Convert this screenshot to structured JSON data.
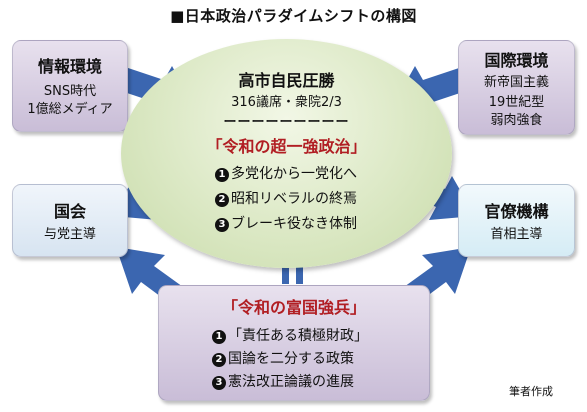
{
  "title": "■日本政治パラダイムシフトの構図",
  "boxes": {
    "info_env": {
      "heading": "情報環境",
      "lines": [
        "SNS時代",
        "1億総メディア"
      ]
    },
    "intl_env": {
      "heading": "国際環境",
      "lines": [
        "新帝国主義",
        "19世紀型",
        "弱肉強食"
      ]
    },
    "diet": {
      "heading": "国会",
      "lines": [
        "与党主導"
      ]
    },
    "bureaucracy": {
      "heading": "官僚機構",
      "lines": [
        "首相主導"
      ]
    }
  },
  "center": {
    "name": "高市自民圧勝",
    "subtitle": "316議席・衆院2/3",
    "divider": "ーーーーーーーーー",
    "theme": "「令和の超一強政治」",
    "items": [
      {
        "num": "1",
        "text": "多党化から一党化へ"
      },
      {
        "num": "2",
        "text": "昭和リベラルの終焉"
      },
      {
        "num": "3",
        "text": "ブレーキ役なき体制"
      }
    ]
  },
  "equals": "II",
  "bottom": {
    "theme": "「令和の富国強兵」",
    "items": [
      {
        "num": "1",
        "text": "「責任ある積極財政」"
      },
      {
        "num": "2",
        "text": "国論を二分する政策"
      },
      {
        "num": "3",
        "text": "憲法改正論議の進展"
      }
    ]
  },
  "credit": "筆者作成",
  "colors": {
    "arrow": "#3b66b0",
    "accent_red": "#b11e23",
    "box_purple": "#d4c9e0",
    "box_blue": "#e3ecf6"
  }
}
